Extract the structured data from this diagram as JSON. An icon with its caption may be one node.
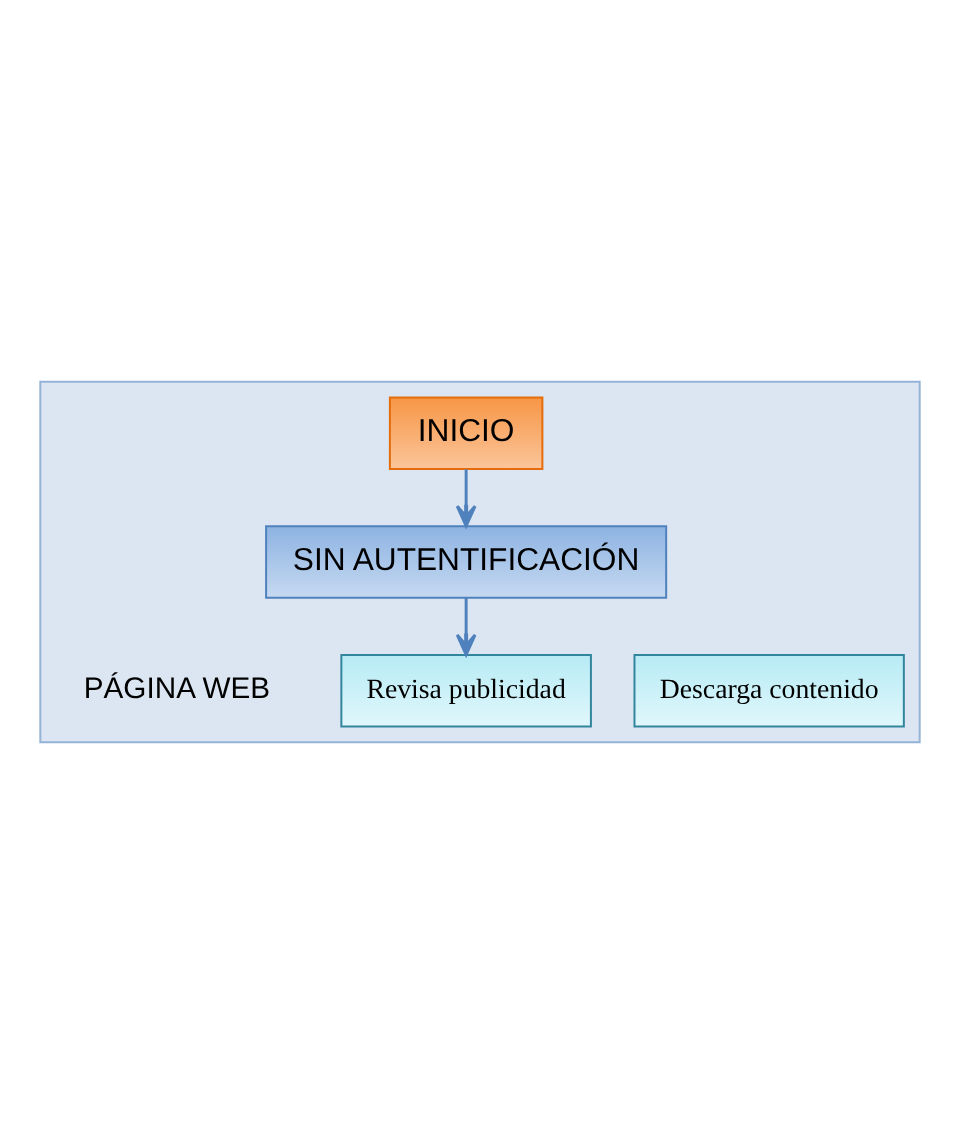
{
  "diagram": {
    "nodes": [
      {
        "text": [],
        "shape": "box"
      },
      {
        "text": [
          "INICIO"
        ],
        "in": 0
      },
      {
        "text": [
          "SIN AUTENTIFICACIÓN"
        ],
        "in": 0
      },
      {
        "text": [
          "Revisa publicidad"
        ],
        "in": 0
      },
      {
        "text": [
          "Descarga contenido"
        ],
        "in": 0
      }
    ],
    "edges": [
      {
        "from": 1,
        "to": 2,
        "arrow": "to"
      },
      {
        "from": 2,
        "to": 3,
        "arrow": "to"
      }
    ],
    "labels": [
      "PÁGINA WEB"
    ]
  }
}
